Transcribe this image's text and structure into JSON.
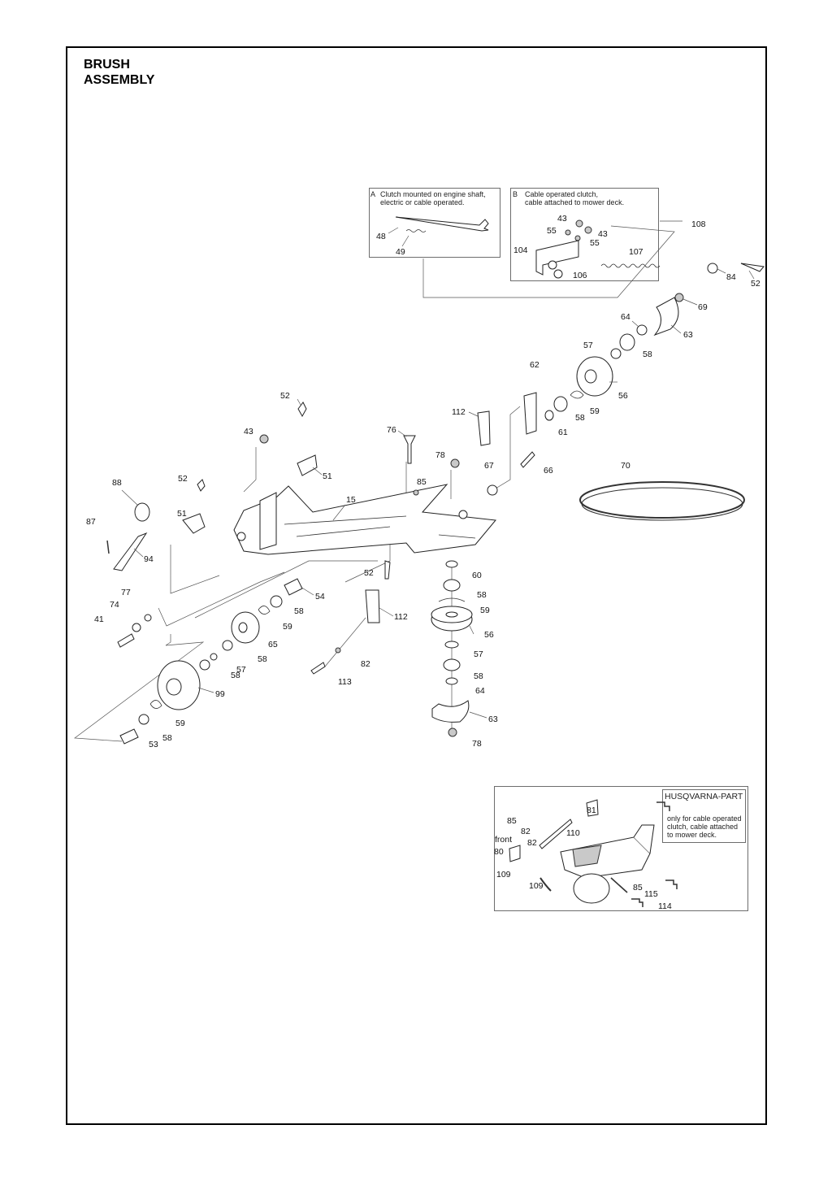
{
  "title": {
    "line1": "BRUSH",
    "line2": "ASSEMBLY"
  },
  "inset_a": {
    "letter": "A",
    "text_line1": "Clutch mounted on engine shaft,",
    "text_line2": "electric or cable operated."
  },
  "inset_b": {
    "letter": "B",
    "text_line1": "Cable operated clutch,",
    "text_line2": "cable attached to mower deck."
  },
  "husqvarna_box": {
    "title": "HUSQVARNA-PART",
    "note_line1": "only for cable operated",
    "note_line2": "clutch, cable attached",
    "note_line3": "to mower deck.",
    "front_label": "front"
  },
  "part_numbers": {
    "p48": "48",
    "p49": "49",
    "p43b": "43",
    "p55a": "55",
    "p43c": "43",
    "p55b": "55",
    "p104": "104",
    "p107": "107",
    "p106": "106",
    "p108": "108",
    "p84": "84",
    "p52a": "52",
    "p69": "69",
    "p64a": "64",
    "p63a": "63",
    "p57a": "57",
    "p58a": "58",
    "p62": "62",
    "p56a": "56",
    "p59a": "59",
    "p58b": "58",
    "p61": "61",
    "p52b": "52",
    "p112a": "112",
    "p43a": "43",
    "p76": "76",
    "p51a": "51",
    "p78a": "78",
    "p67": "67",
    "p66": "66",
    "p70": "70",
    "p88": "88",
    "p52c": "52",
    "p85a": "85",
    "p15": "15",
    "p51b": "51",
    "p87": "87",
    "p94": "94",
    "p52d": "52",
    "p60": "60",
    "p58c": "58",
    "p77": "77",
    "p74": "74",
    "p54": "54",
    "p58d": "58",
    "p59b": "59",
    "p112b": "112",
    "p56b": "56",
    "p41": "41",
    "p65": "65",
    "p58e": "58",
    "p57b": "57",
    "p58f": "58",
    "p82a": "82",
    "p57c": "57",
    "p58g": "58",
    "p113": "113",
    "p64b": "64",
    "p99": "99",
    "p59c": "59",
    "p63b": "63",
    "p58h": "58",
    "p53": "53",
    "p78b": "78",
    "p81": "81",
    "p85b": "85",
    "p82b": "82",
    "p110": "110",
    "p82c": "82",
    "p80": "80",
    "p109a": "109",
    "p109b": "109",
    "p85c": "85",
    "p115": "115",
    "p114": "114"
  }
}
